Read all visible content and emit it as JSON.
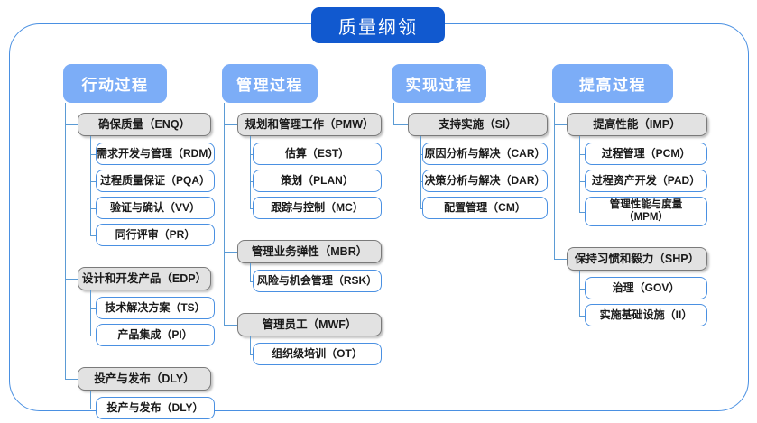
{
  "diagram": {
    "root": {
      "label": "质量纲领"
    },
    "colors": {
      "root_fill": "#1159cf",
      "header_fill": "#7cadf7",
      "frame_border": "#4a90e2",
      "group_fill": "#e2e2e2",
      "group_border": "#7a7a7a",
      "leaf_border": "#4a90e2",
      "connector": "#5b9bd5"
    },
    "columns": [
      {
        "header": "行动过程",
        "groups": [
          {
            "label": "确保质量（ENQ）",
            "children": [
              "需求开发与管理（RDM）",
              "过程质量保证（PQA）",
              "验证与确认（VV）",
              "同行评审（PR）"
            ]
          },
          {
            "label": "设计和开发产品（EDP）",
            "children": [
              "技术解决方案（TS）",
              "产品集成（PI）"
            ]
          },
          {
            "label": "投产与发布（DLY）",
            "children": [
              "投产与发布（DLY）"
            ]
          }
        ]
      },
      {
        "header": "管理过程",
        "groups": [
          {
            "label": "规划和管理工作（PMW）",
            "children": [
              "估算（EST）",
              "策划（PLAN）",
              "跟踪与控制（MC）"
            ]
          },
          {
            "label": "管理业务弹性（MBR）",
            "children": [
              "风险与机会管理（RSK）"
            ]
          },
          {
            "label": "管理员工（MWF）",
            "children": [
              "组织级培训（OT）"
            ]
          }
        ]
      },
      {
        "header": "实现过程",
        "groups": [
          {
            "label": "支持实施（SI）",
            "children": [
              "原因分析与解决（CAR）",
              "决策分析与解决（DAR）",
              "配置管理（CM）"
            ]
          }
        ]
      },
      {
        "header": "提高过程",
        "groups": [
          {
            "label": "提高性能（IMP）",
            "children": [
              "过程管理（PCM）",
              "过程资产开发（PAD）",
              "管理性能与度量\n（MPM）"
            ]
          },
          {
            "label": "保持习惯和毅力（SHP）",
            "children": [
              "治理（GOV）",
              "实施基础设施（II）"
            ]
          }
        ]
      }
    ]
  }
}
